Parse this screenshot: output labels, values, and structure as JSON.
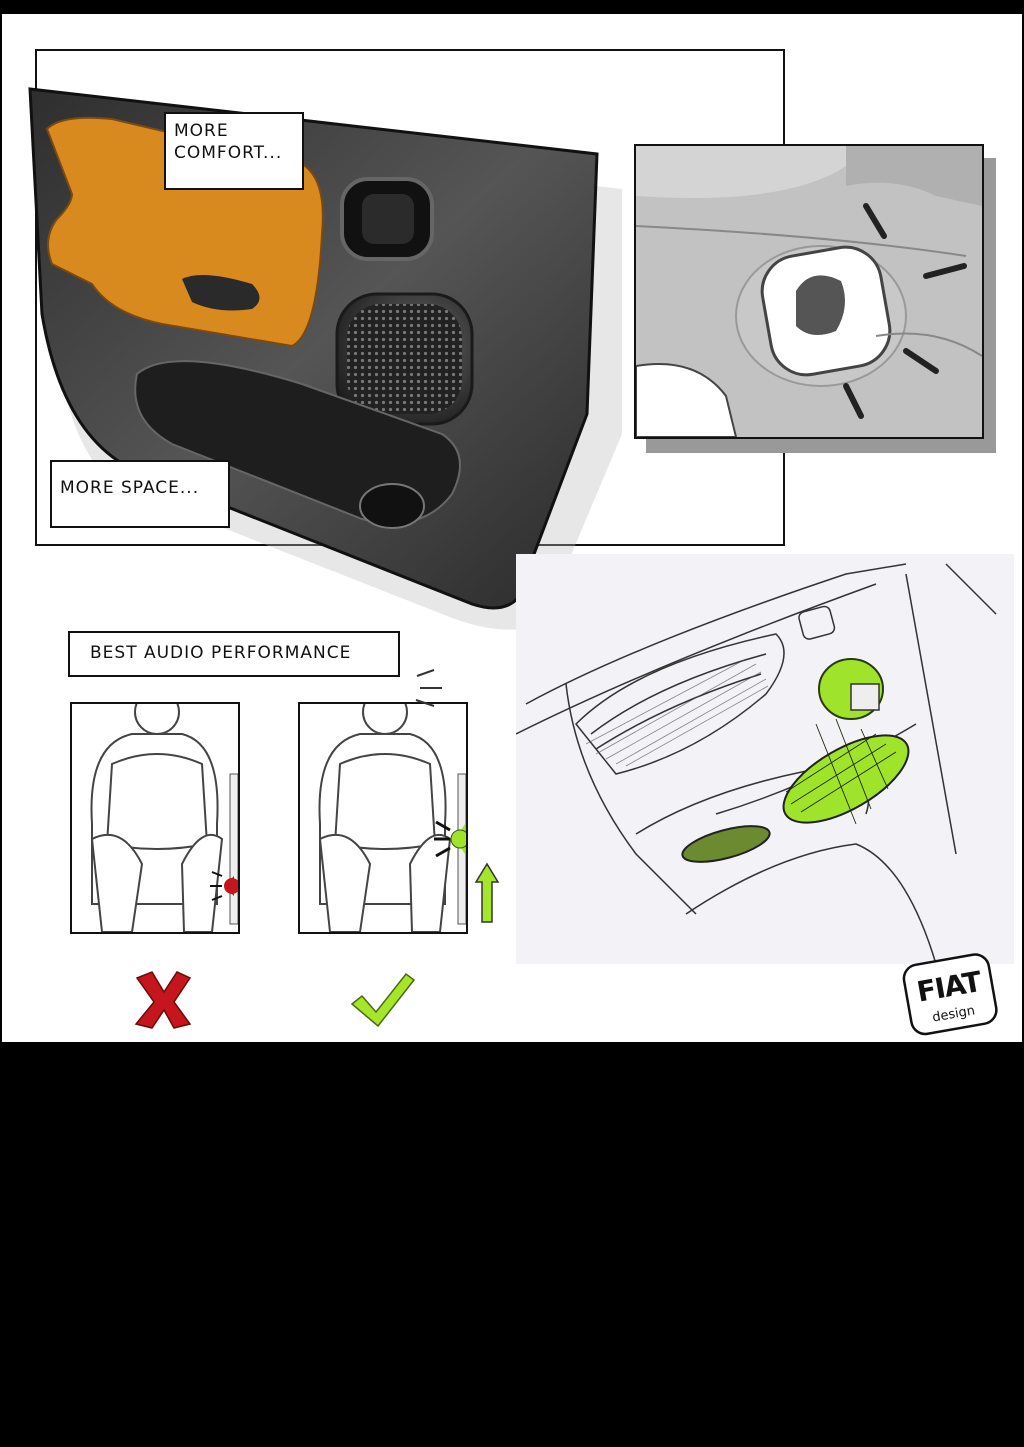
{
  "captions": {
    "comfort": "MORE\nCOMFORT...",
    "space": "MORE SPACE...",
    "audio": "BEST AUDIO PERFORMANCE"
  },
  "logo": {
    "brand": "FIAT",
    "sub": "design"
  },
  "verdicts": {
    "wrong": "cross-icon",
    "right": "check-icon"
  },
  "colors": {
    "armrest": "#d98a1e",
    "door_panel": "#4a4a4a",
    "speaker_good": "#9fe32a",
    "speaker_bad": "#c4161c",
    "wrong_mark": "#c4161c",
    "right_mark": "#a6e62a"
  }
}
